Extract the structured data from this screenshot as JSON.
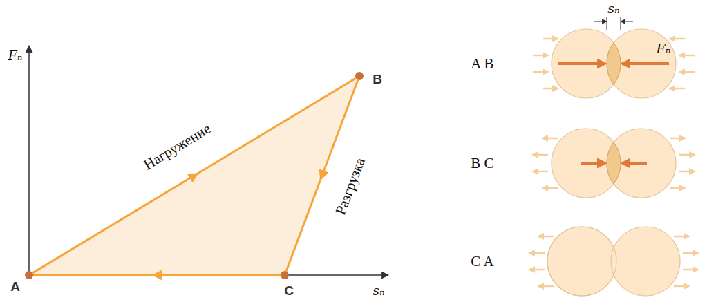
{
  "diagram": {
    "nodes": [
      {
        "text": [
          "A"
        ]
      },
      {
        "text": [
          "B"
        ]
      },
      {
        "text": [
          "C"
        ]
      }
    ],
    "edges": [
      {
        "from": 0,
        "to": 1,
        "arrow": "to",
        "label": "Нагружение"
      },
      {
        "from": 1,
        "to": 2,
        "arrow": "to",
        "label": "Разгрузка"
      },
      {
        "from": 2,
        "to": 0,
        "arrow": "to"
      }
    ],
    "labels": [
      "Fₙ",
      "sₙ",
      "A B",
      "B C",
      "C A",
      "sₙ",
      "Fₙ"
    ]
  }
}
